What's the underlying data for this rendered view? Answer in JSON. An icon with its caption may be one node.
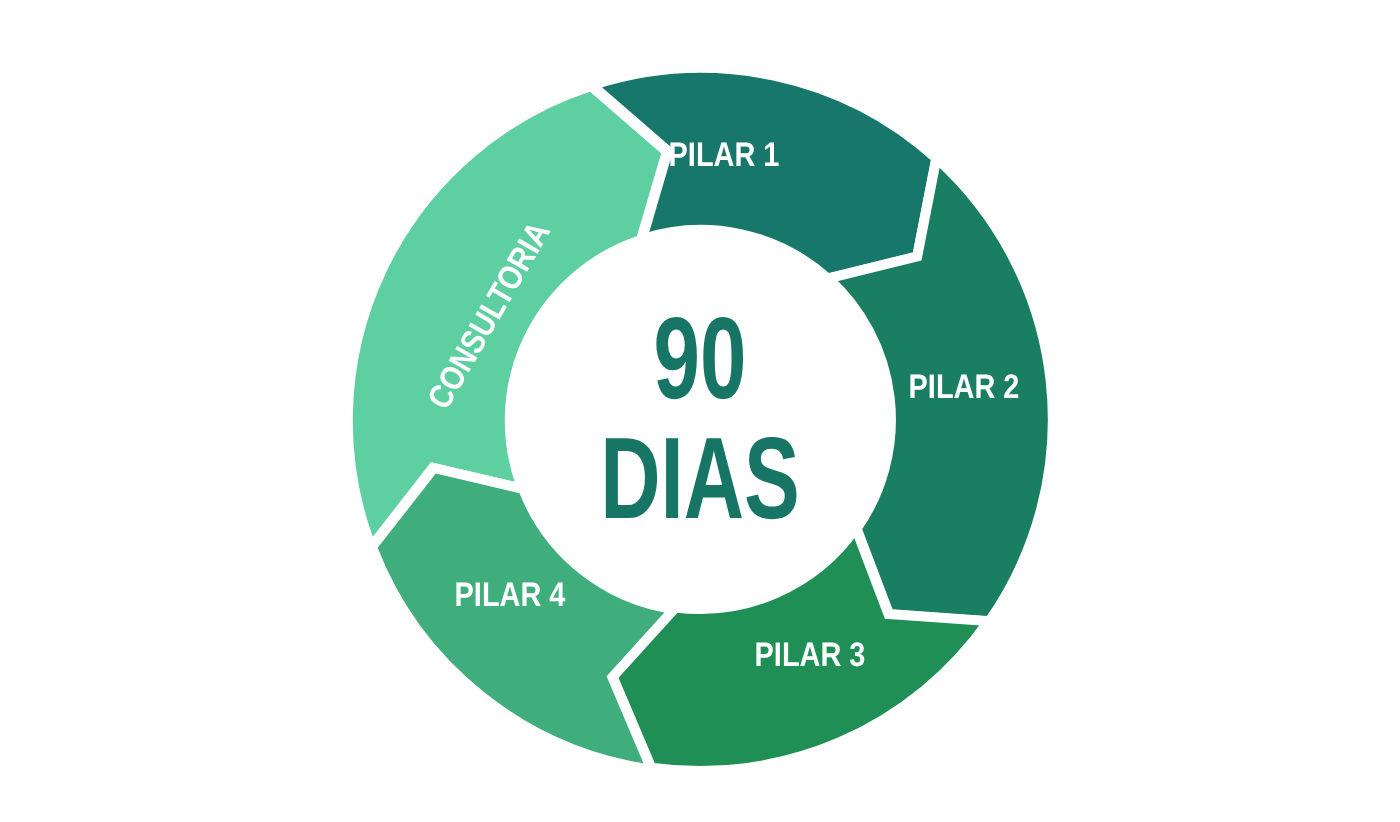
{
  "diagram": {
    "nodes": [
      {
        "text": [
          "CONSULTORIA"
        ]
      },
      {
        "text": [
          "PILAR 1"
        ]
      },
      {
        "text": [
          "PILAR 2"
        ]
      },
      {
        "text": [
          "PILAR 3"
        ]
      },
      {
        "text": [
          "PILAR 4"
        ]
      },
      {
        "text": [
          "90 DIAS"
        ]
      }
    ]
  }
}
